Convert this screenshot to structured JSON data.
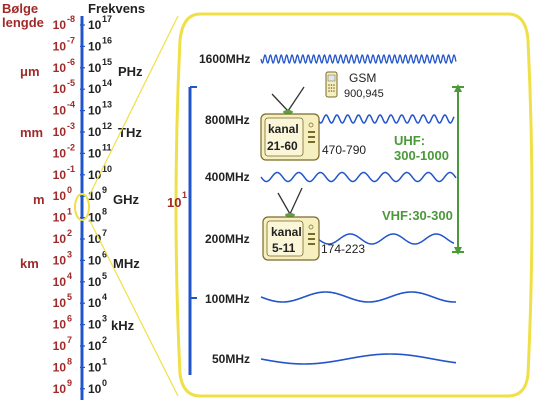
{
  "header": {
    "wavelength_label_line1": "Bølge",
    "wavelength_label_line2": "lengde",
    "frequency_label": "Frekvens"
  },
  "wavelength_scale": {
    "base": "10",
    "exponents": [
      "-8",
      "-7",
      "-6",
      "-5",
      "-4",
      "-3",
      "-2",
      "-1",
      "0",
      "1",
      "2",
      "3",
      "4",
      "5",
      "6",
      "7",
      "8",
      "9"
    ],
    "units": {
      "um": "μm",
      "mm": "mm",
      "m": "m",
      "km": "km"
    }
  },
  "frequency_scale": {
    "base": "10",
    "exponents": [
      "17",
      "16",
      "15",
      "14",
      "13",
      "12",
      "11",
      "10",
      "9",
      "8",
      "7",
      "6",
      "5",
      "4",
      "3",
      "2",
      "1",
      "0"
    ],
    "units": {
      "PHz": "PHz",
      "THz": "THz",
      "GHz": "GHz",
      "MHz": "MHz",
      "kHz": "kHz"
    }
  },
  "zoom_marker": {
    "base": "10",
    "exponent": "1"
  },
  "bands": [
    "1600MHz",
    "800MHz",
    "400MHz",
    "200MHz",
    "100MHz",
    "50MHz"
  ],
  "gsm": {
    "title": "GSM",
    "range": "900,945"
  },
  "tv_uhf": {
    "line1": "kanal",
    "line2": "21-60",
    "range": "470-790"
  },
  "tv_vhf": {
    "line1": "kanal",
    "line2": "5-11",
    "range": "174-223"
  },
  "uhf": {
    "line1": "UHF:",
    "line2": "300-1000"
  },
  "vhf": {
    "label": "VHF:30-300"
  },
  "colors": {
    "wave": "#2255cc",
    "axis": "#2255cc",
    "wavelength": "#a02a2a",
    "frame": "#f0e048",
    "green": "#4a9a3a"
  }
}
